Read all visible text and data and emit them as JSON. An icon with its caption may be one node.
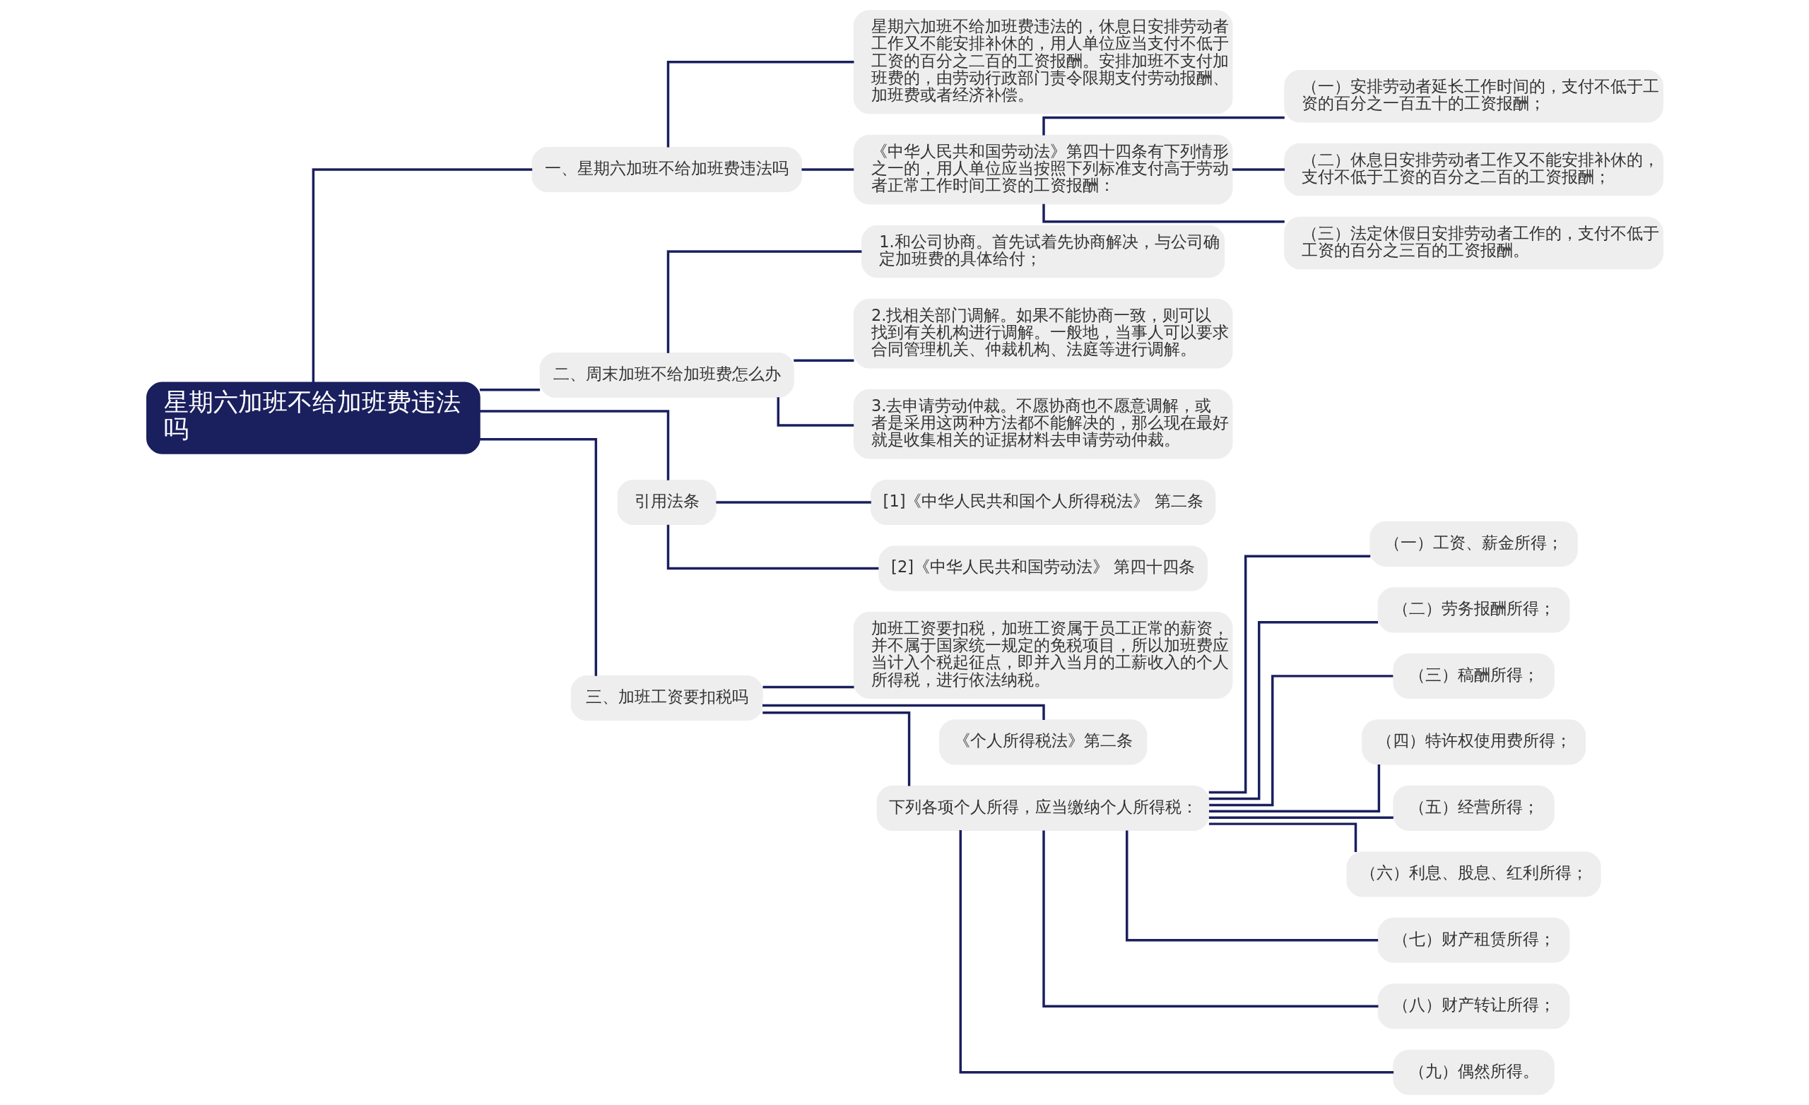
{
  "diagram": {
    "nodes": [
      {
        "text": [
          "星期六加班不给加班费违法吗"
        ]
      },
      {
        "text": [
          "一、星期六加班不给加班费违法吗"
        ]
      },
      {
        "text": [
          "星期六加班不给加班费违法的，休息日安排劳动者工作又不能安排补休的，用人单位应当支付不低于工资的百分之二百的工资报酬。安排加班不支付加班费的，由劳动行政部门责令限期支付劳动报酬、加班费或者经济补偿。"
        ]
      },
      {
        "text": [
          "《中华人民共和国劳动法》第四十四条有下列情形之一的，用人单位应当按照下列标准支付高于劳动者正常工作时间工资的工资报酬："
        ]
      },
      {
        "text": [
          "（一）安排劳动者延长工作时间的，支付不低于工资的百分之一百五十的工资报酬；"
        ]
      },
      {
        "text": [
          "（二）休息日安排劳动者工作又不能安排补休的，支付不低于工资的百分之二百的工资报酬；"
        ]
      },
      {
        "text": [
          "（三）法定休假日安排劳动者工作的，支付不低于工资的百分之三百的工资报酬。"
        ]
      },
      {
        "text": [
          "二、周末加班不给加班费怎么办"
        ]
      },
      {
        "text": [
          "1.和公司协商。首先试着先协商解决，与公司确定加班费的具体给付；"
        ]
      },
      {
        "text": [
          "2.找相关部门调解。如果不能协商一致，则可以找到有关机构进行调解。一般地，当事人可以要求合同管理机关、仲裁机构、法庭等进行调解。"
        ]
      },
      {
        "text": [
          "3.去申请劳动仲裁。不愿协商也不愿意调解，或者是采用这两种方法都不能解决的，那么现在最好就是收集相关的证据材料去申请劳动仲裁。"
        ]
      },
      {
        "text": [
          "引用法条"
        ]
      },
      {
        "text": [
          "[1]《中华人民共和国个人所得税法》 第二条"
        ]
      },
      {
        "text": [
          "[2]《中华人民共和国劳动法》 第四十四条"
        ]
      },
      {
        "text": [
          "三、加班工资要扣税吗"
        ]
      },
      {
        "text": [
          "加班工资要扣税，加班工资属于员工正常的薪资，并不属于国家统一规定的免税项目，所以加班费应当计入个税起征点，即并入当月的工薪收入的个人所得税，进行依法纳税。"
        ]
      },
      {
        "text": [
          "《个人所得税法》第二条"
        ]
      },
      {
        "text": [
          "下列各项个人所得，应当缴纳个人所得税："
        ]
      },
      {
        "text": [
          "（一）工资、薪金所得；"
        ]
      },
      {
        "text": [
          "（二）劳务报酬所得；"
        ]
      },
      {
        "text": [
          "（三）稿酬所得；"
        ]
      },
      {
        "text": [
          "（四）特许权使用费所得；"
        ]
      },
      {
        "text": [
          "（五）经营所得；"
        ]
      },
      {
        "text": [
          "（六）利息、股息、红利所得；"
        ]
      },
      {
        "text": [
          "（七）财产租赁所得；"
        ]
      },
      {
        "text": [
          "（八）财产转让所得；"
        ]
      },
      {
        "text": [
          "（九）偶然所得。"
        ]
      }
    ],
    "edges": [
      {
        "from": 0,
        "to": 1,
        "arrow": "none"
      },
      {
        "from": 1,
        "to": 2,
        "arrow": "none"
      },
      {
        "from": 1,
        "to": 3,
        "arrow": "none"
      },
      {
        "from": 3,
        "to": 4,
        "arrow": "none"
      },
      {
        "from": 3,
        "to": 5,
        "arrow": "none"
      },
      {
        "from": 3,
        "to": 6,
        "arrow": "none"
      },
      {
        "from": 0,
        "to": 7,
        "arrow": "none"
      },
      {
        "from": 7,
        "to": 8,
        "arrow": "none"
      },
      {
        "from": 7,
        "to": 9,
        "arrow": "none"
      },
      {
        "from": 7,
        "to": 10,
        "arrow": "none"
      },
      {
        "from": 0,
        "to": 11,
        "arrow": "none"
      },
      {
        "from": 11,
        "to": 12,
        "arrow": "none"
      },
      {
        "from": 11,
        "to": 13,
        "arrow": "none"
      },
      {
        "from": 0,
        "to": 14,
        "arrow": "none"
      },
      {
        "from": 14,
        "to": 15,
        "arrow": "none"
      },
      {
        "from": 14,
        "to": 16,
        "arrow": "none"
      },
      {
        "from": 14,
        "to": 17,
        "arrow": "none"
      },
      {
        "from": 17,
        "to": 18,
        "arrow": "none"
      },
      {
        "from": 17,
        "to": 19,
        "arrow": "none"
      },
      {
        "from": 17,
        "to": 20,
        "arrow": "none"
      },
      {
        "from": 17,
        "to": 21,
        "arrow": "none"
      },
      {
        "from": 17,
        "to": 22,
        "arrow": "none"
      },
      {
        "from": 17,
        "to": 23,
        "arrow": "none"
      },
      {
        "from": 17,
        "to": 24,
        "arrow": "none"
      },
      {
        "from": 17,
        "to": 25,
        "arrow": "none"
      },
      {
        "from": 17,
        "to": 26,
        "arrow": "none"
      }
    ]
  }
}
